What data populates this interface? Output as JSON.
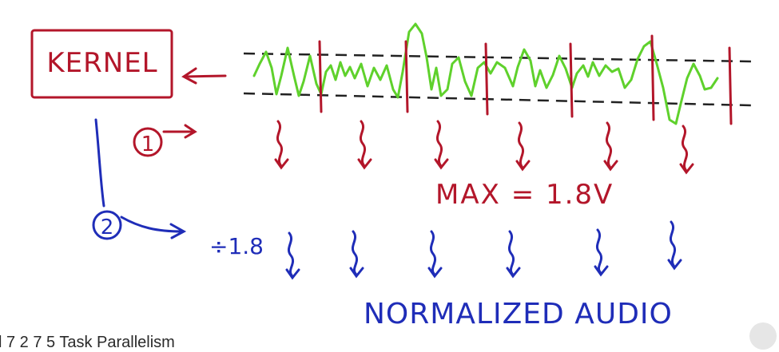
{
  "labels": {
    "kernel": "KERNEL",
    "step1": "1",
    "step2": "2",
    "max_label": "MAX = 1.8V",
    "divide_label": "÷1.8",
    "normalized_label": "NORMALIZED AUDIO",
    "caption": "l 7 2 7 5 Task Parallelism"
  },
  "colors": {
    "red": "#b3162a",
    "blue": "#1f2db8",
    "green": "#5fd12c",
    "dash": "#222222"
  }
}
